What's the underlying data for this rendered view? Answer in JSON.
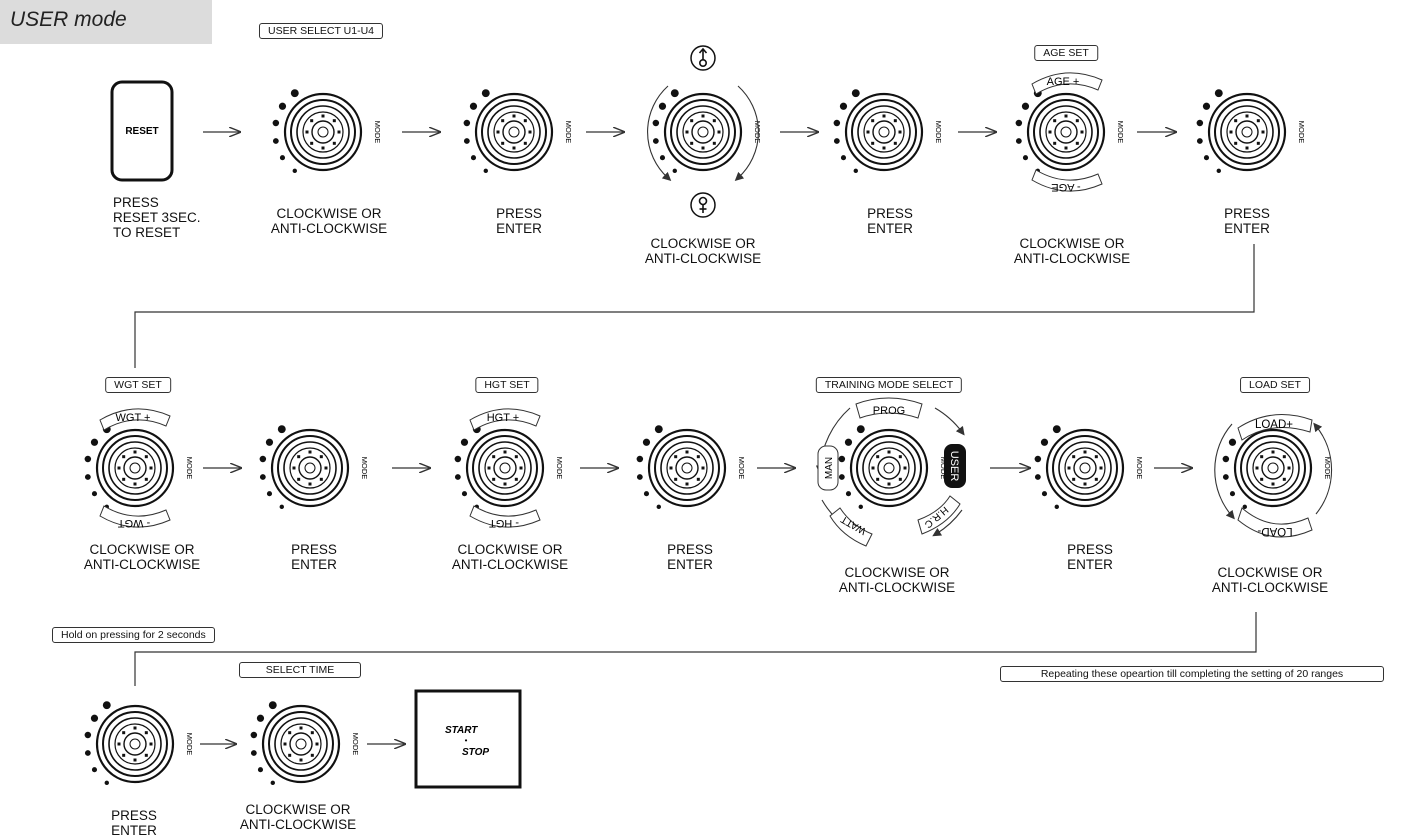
{
  "title": "USER mode",
  "steps": {
    "reset": {
      "button": "RESET",
      "caption": [
        "PRESS",
        "RESET 3SEC.",
        "TO RESET"
      ]
    },
    "user_select": {
      "label": "USER SELECT U1-U4",
      "caption": [
        "CLOCKWISE OR",
        "ANTI-CLOCKWISE"
      ]
    },
    "enter1": {
      "caption": [
        "PRESS",
        "ENTER"
      ]
    },
    "gender": {
      "caption": [
        "CLOCKWISE OR",
        "ANTI-CLOCKWISE"
      ]
    },
    "enter2": {
      "caption": [
        "PRESS",
        "ENTER"
      ]
    },
    "age": {
      "label": "AGE SET",
      "plus": "AGE  +",
      "minus": "-  AGE",
      "caption": [
        "CLOCKWISE OR",
        "ANTI-CLOCKWISE"
      ]
    },
    "enter3": {
      "caption": [
        "PRESS",
        "ENTER"
      ]
    },
    "wgt": {
      "label": "WGT SET",
      "plus": "WGT  +",
      "minus": "-  WGT",
      "caption": [
        "CLOCKWISE OR",
        "ANTI-CLOCKWISE"
      ]
    },
    "enter4": {
      "caption": [
        "PRESS",
        "ENTER"
      ]
    },
    "hgt": {
      "label": "HGT SET",
      "plus": "HGT  +",
      "minus": "-  HGT",
      "caption": [
        "CLOCKWISE OR",
        "ANTI-CLOCKWISE"
      ]
    },
    "enter5": {
      "caption": [
        "PRESS",
        "ENTER"
      ]
    },
    "training": {
      "label": "TRAINING MODE SELECT",
      "modes": [
        "PROG",
        "USER",
        "H.R.C",
        "WATT",
        "MAN"
      ],
      "caption": [
        "CLOCKWISE OR",
        "ANTI-CLOCKWISE"
      ]
    },
    "enter6": {
      "caption": [
        "PRESS",
        "ENTER"
      ]
    },
    "load": {
      "label": "LOAD SET",
      "plus": "LOAD+",
      "minus": "LOAD-",
      "caption": [
        "CLOCKWISE OR",
        "ANTI-CLOCKWISE"
      ]
    },
    "hold": {
      "label": "Hold on pressing for 2 seconds"
    },
    "repeat": {
      "label": "Repeating these opeartion till completing the setting of 20 ranges"
    },
    "enter7": {
      "caption": [
        "PRESS",
        "ENTER"
      ]
    },
    "time": {
      "label": "SELECT TIME",
      "caption": [
        "CLOCKWISE OR",
        "ANTI-CLOCKWISE"
      ]
    },
    "startstop": {
      "start": "START",
      "sep": "•",
      "stop": "STOP"
    }
  },
  "knob_label": "MODE"
}
